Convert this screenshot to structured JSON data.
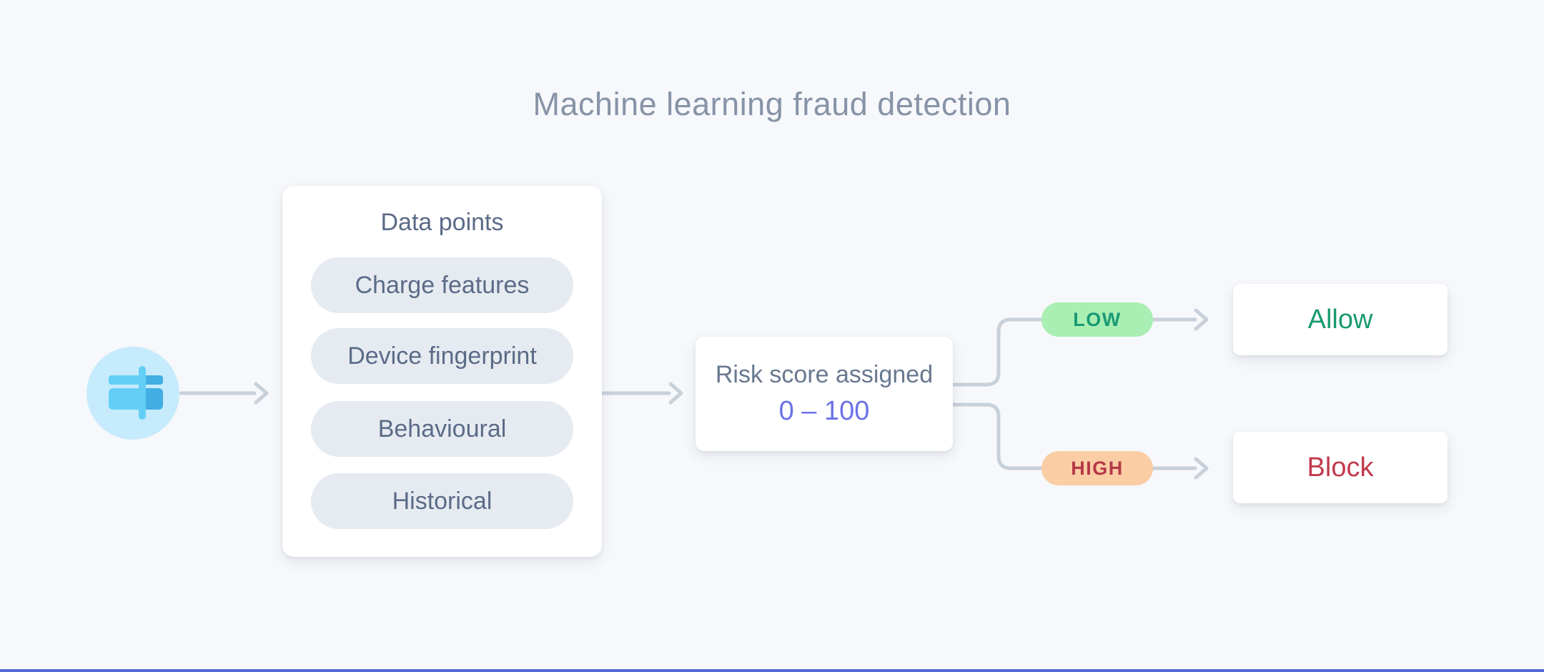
{
  "title": "Machine learning fraud detection",
  "source": {
    "icon": "credit-card-icon"
  },
  "data_points_card": {
    "title": "Data points",
    "items": [
      "Charge features",
      "Device fingerprint",
      "Behavioural",
      "Historical"
    ]
  },
  "risk_card": {
    "line1": "Risk score assigned",
    "line2": "0 – 100"
  },
  "branches": [
    {
      "badge": "LOW",
      "outcome": "Allow"
    },
    {
      "badge": "HIGH",
      "outcome": "Block"
    }
  ],
  "colors": {
    "background": "#f6f8fb",
    "title_text": "#8793a7",
    "connector": "#c8d0da",
    "card_background": "#ffffff",
    "slate_text": "#5b6b87",
    "pill_background": "#e6ebf1",
    "risk_label_text": "#68788f",
    "risk_range_text": "#6b72e8",
    "low_badge_bg": "#a9eeb3",
    "low_badge_text": "#199a72",
    "high_badge_bg": "#facda5",
    "high_badge_text": "#b53848",
    "allow_text": "#189a6d",
    "block_text": "#c13a4d",
    "icon_circle": "#c6ebfc",
    "icon_card_light": "#63cff6",
    "icon_card_dark": "#41aee4",
    "bottom_bar": "#5469d4"
  }
}
